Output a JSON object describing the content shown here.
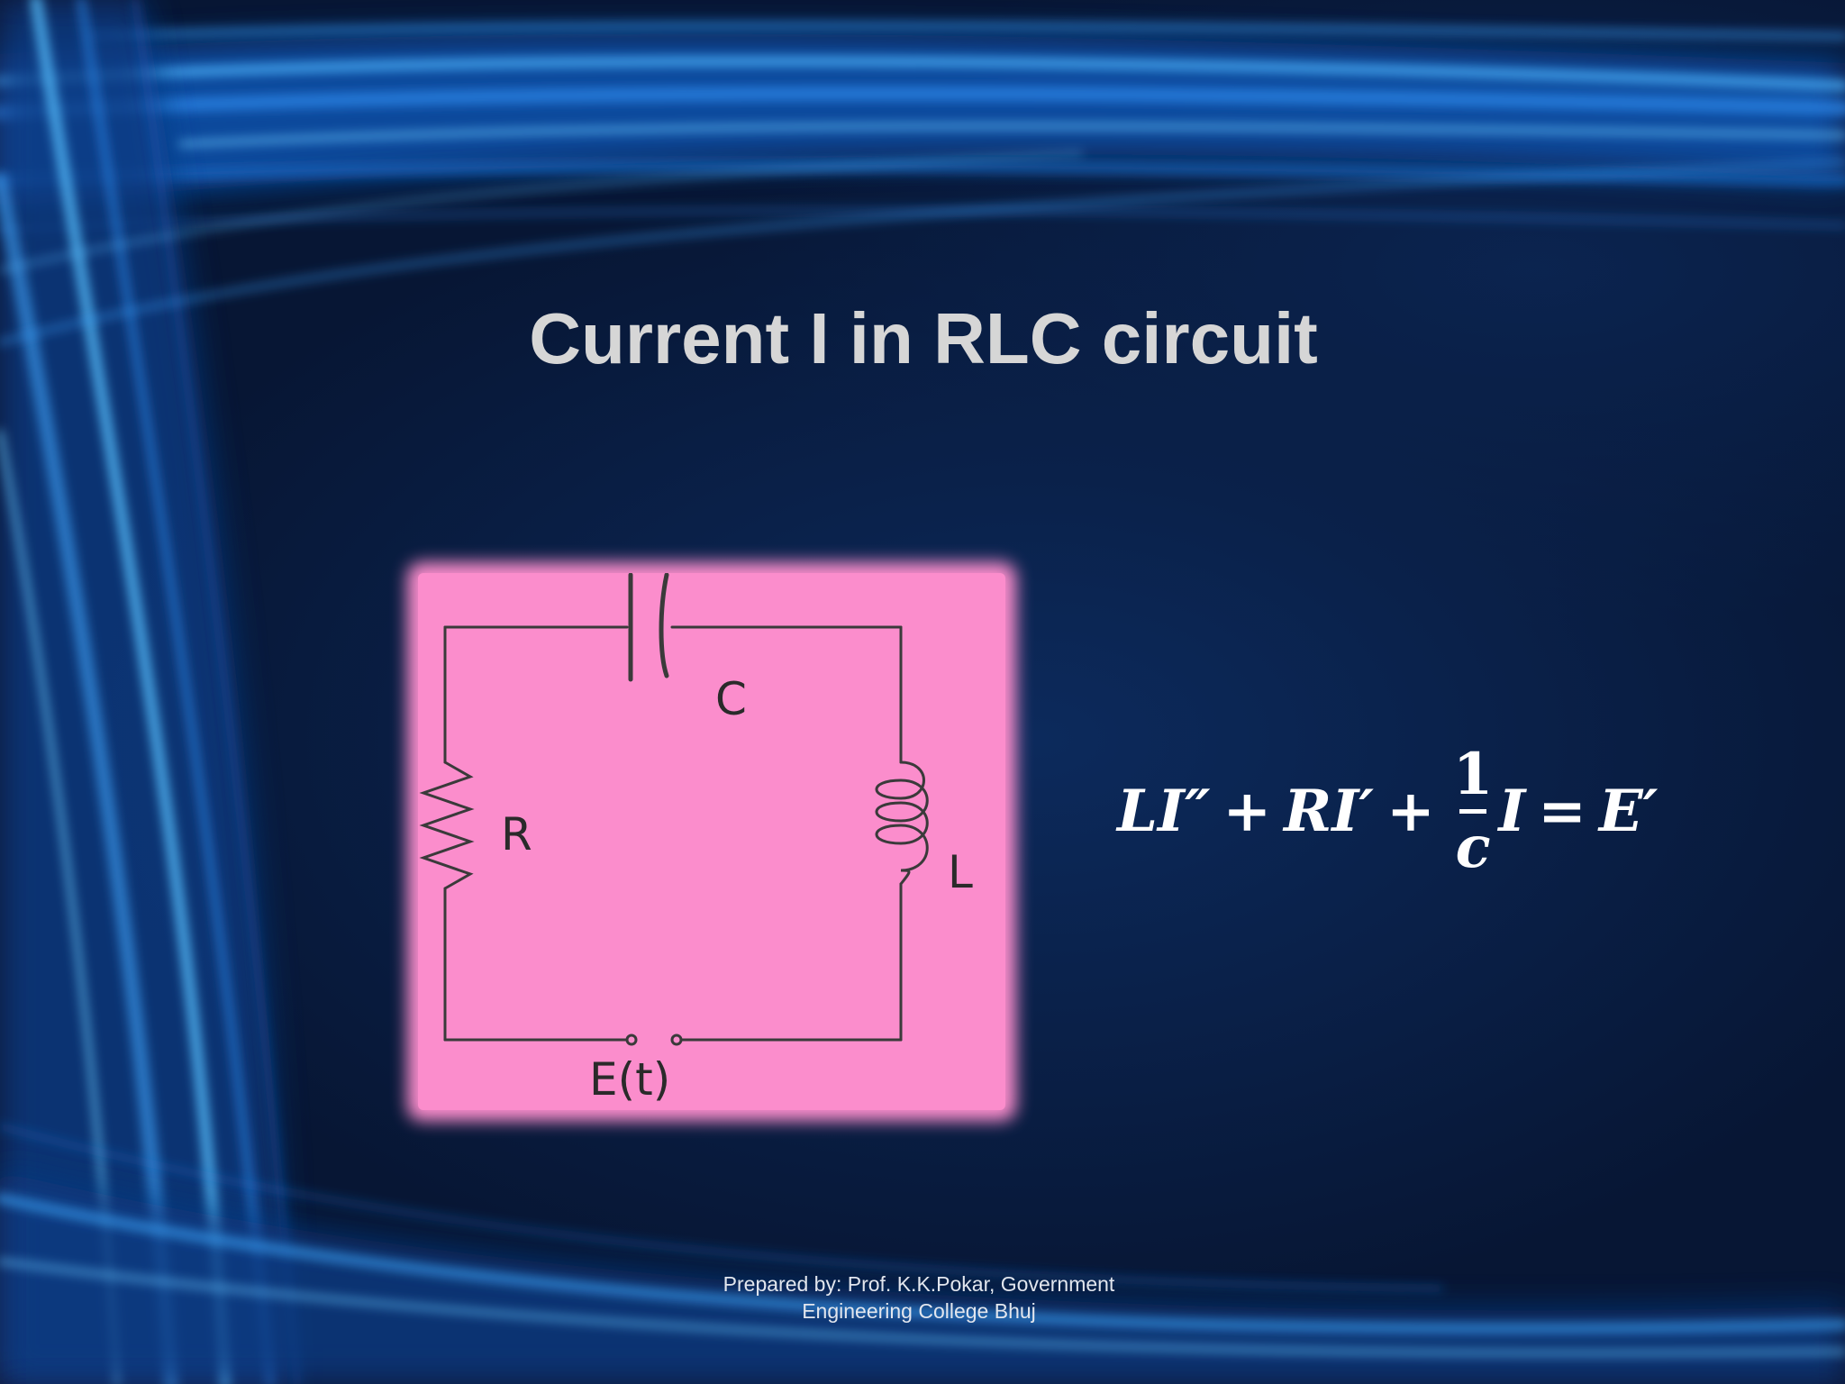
{
  "slide": {
    "title": "Current I in RLC circuit",
    "footer_line1": "Prepared by: Prof. K.K.Pokar, Government",
    "footer_line2": "Engineering College Bhuj"
  },
  "circuit": {
    "labels": {
      "capacitor": "C",
      "resistor": "R",
      "inductor": "L",
      "source": "E(t)"
    },
    "background_color": "#fb8dcc",
    "wire_color": "#3a3a3a"
  },
  "equation": {
    "term1": "LI″",
    "plus1": "+",
    "term2": "RI′",
    "plus2": "+",
    "frac_num": "1",
    "frac_den": "c",
    "term3": "I",
    "equals": "=",
    "rhs": "E′"
  },
  "theme": {
    "background": "#071634",
    "accent": "#3aa0ff",
    "title_color": "#d6d6d6"
  }
}
